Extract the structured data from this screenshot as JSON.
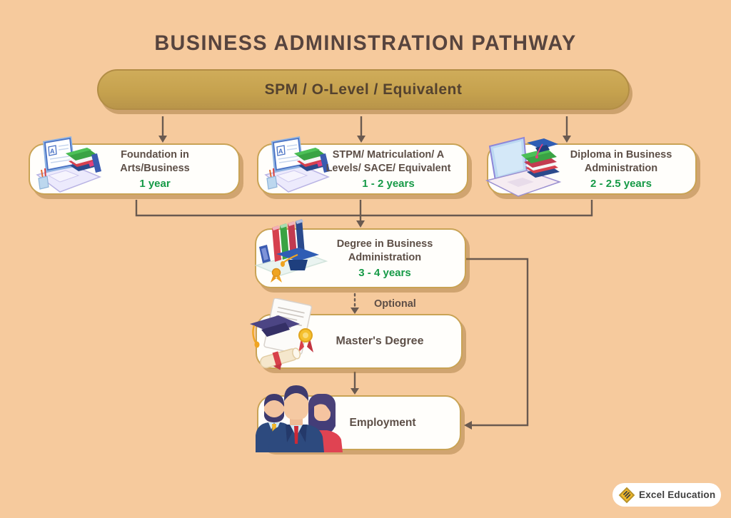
{
  "title": "BUSINESS ADMINISTRATION PATHWAY",
  "root": {
    "label": "SPM / O-Level / Equivalent"
  },
  "pathway": {
    "foundation": {
      "label": "Foundation in Arts/Business",
      "duration": "1 year"
    },
    "stpm": {
      "label": "STPM/ Matriculation/ A Levels/ SACE/ Equivalent",
      "duration": "1 - 2 years"
    },
    "diploma": {
      "label": "Diploma in Business Administration",
      "duration": "2 - 2.5 years"
    },
    "degree": {
      "label": "Degree in Business Administration",
      "duration": "3 - 4 years"
    },
    "masters": {
      "label": "Master's Degree"
    },
    "employment": {
      "label": "Employment"
    }
  },
  "optional_label": "Optional",
  "logo": {
    "text": "Excel Education"
  },
  "icons": {
    "screen_letter": "A",
    "foundation": "laptop-books-icon",
    "stpm": "laptop-books-icon",
    "diploma": "laptop-graduation-cap-icon",
    "degree": "books-graduation-cap-icon",
    "masters": "certificate-graduation-cap-icon",
    "employment": "team-icon",
    "logo": "excel-education-diamond-icon"
  },
  "colors": {
    "background": "#f6ca9d",
    "root_panel_gold": "#c6a24e",
    "node_border_gold": "#c9a355",
    "node_fill": "#fffefb",
    "title_text": "#57443e",
    "node_text": "#5d4f47",
    "duration_green": "#169a47",
    "connector": "#6a5a50",
    "logo_diamond_gold": "#f2bb2a"
  }
}
